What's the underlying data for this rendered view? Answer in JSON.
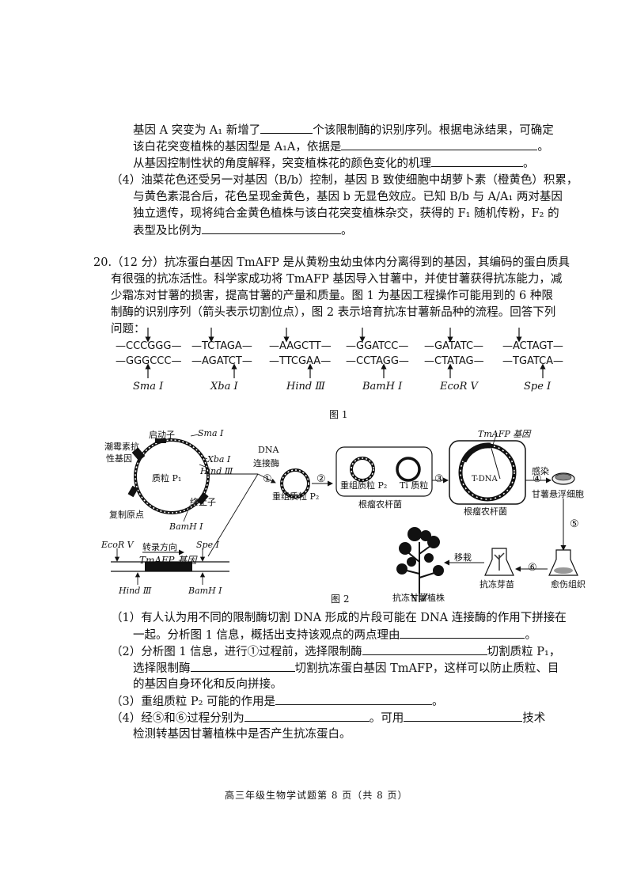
{
  "q19_tail": {
    "line1_a": "基因 A 突变为 A₁ 新增了",
    "line1_b": "个该限制酶的识别序列。根据电泳结果，可确定",
    "line2_a": "该白花突变植株的基因型是 A₁A，依据是",
    "line2_end": "。",
    "line3_a": "从基因控制性状的角度解释，突变植株花的颜色变化的机理",
    "line3_end": "。",
    "p4_line1": "（4）油菜花色还受另一对基因（B/b）控制，基因 B 致使细胞中胡萝卜素（橙黄色）积累，",
    "p4_line2": "与黄色素混合后，花色呈现金黄色，基因 b 无显色效应。已知 B/b 与 A/A₁ 两对基因",
    "p4_line3": "独立遗传，现将纯合金黄色植株与该白花突变植株杂交，获得的 F₁ 随机传粉，F₂ 的",
    "p4_line4_a": "表型及比例为",
    "p4_line4_end": "。"
  },
  "q20": {
    "intro1": "20.（12 分）抗冻蛋白基因 TmAFP 是从黄粉虫幼虫体内分离得到的基因，其编码的蛋白质具",
    "intro2": "有很强的抗冻活性。科学家成功将 TmAFP 基因导入甘薯中，并使甘薯获得抗冻能力，减",
    "intro3": "少霜冻对甘薯的损害，提高甘薯的产量和质量。图 1 为基因工程操作可能用到的 6 种限",
    "intro4": "制酶的识别序列（箭头表示切割位点），图 2 表示培育抗冻甘薯新品种的流程。回答下列",
    "intro5": "问题：",
    "q1_a": "（1）有人认为用不同的限制酶切割 DNA 形成的片段可能在 DNA 连接酶的作用下拼接在",
    "q1_b": "一起。分析图 1 信息，概括出支持该观点的两点理由",
    "q1_end": "。",
    "q2_a": "（2）分析图 1 信息，进行①过程前，选择限制酶",
    "q2_b": "切割质粒 P₁，",
    "q2_c": "选择限制酶",
    "q2_d": "切割抗冻蛋白基因 TmAFP，这样可以防止质粒、目",
    "q2_e": "的基因自身环化和反向拼接。",
    "q3_a": "（3）重组质粒 P₂ 可能的作用是",
    "q3_end": "。",
    "q4_a": "（4）经⑤和⑥过程分别为",
    "q4_b": "。可用",
    "q4_c": "技术",
    "q4_d": "检测转基因甘薯植株中是否产生抗冻蛋白。"
  },
  "fig1": {
    "caption": "图 1",
    "enzymes": [
      {
        "top": "—CCCGGG—",
        "bottom": "—GGGCCC—",
        "name": "Sma Ⅰ"
      },
      {
        "top": "—TCTAGA—",
        "bottom": "—AGATCT—",
        "name": "Xba Ⅰ"
      },
      {
        "top": "—AAGCTT—",
        "bottom": "—TTCGAA—",
        "name": "Hind Ⅲ"
      },
      {
        "top": "—GGATCC—",
        "bottom": "—CCTAGG—",
        "name": "BamH Ⅰ"
      },
      {
        "top": "—GATATC—",
        "bottom": "—CTATAG—",
        "name": "EcoR Ⅴ"
      },
      {
        "top": "—ACTAGT—",
        "bottom": "—TGATCA—",
        "name": "Spe Ⅰ"
      }
    ]
  },
  "fig2": {
    "caption": "图 2",
    "promoter": "启动子",
    "resist1": "潮霉素抗",
    "resist2": "性基因",
    "plasmid": "质粒 P₁",
    "sma": "Sma Ⅰ",
    "xba": "Xba Ⅰ",
    "hind": "Hind Ⅲ",
    "terminator": "终止子",
    "origin": "复制原点",
    "bamh": "BamH Ⅰ",
    "ligase1": "DNA",
    "ligase2": "连接酶",
    "step1": "①",
    "step2": "②",
    "step3": "③",
    "step4": "④",
    "step5": "⑤",
    "step6": "⑥",
    "recomb": "重组质粒 P₂",
    "recomb_box": "重组质粒 P₂",
    "ti": "Ti 质粒",
    "agro1": "根瘤农杆菌",
    "agro2": "根瘤农杆菌",
    "tmafp_gene": "TmAFP 基因",
    "tdna": "T-DNA",
    "infect": "感染",
    "suspension": "甘薯悬浮细胞",
    "callus": "愈伤组织",
    "sprout": "抗冻芽苗",
    "transplant": "移栽",
    "plant": "抗冻甘薯植株",
    "ecor": "EcoR Ⅴ",
    "direction": "转录方向",
    "spe": "Spe Ⅰ",
    "gene_label": "TmAFP 基因",
    "hind2": "Hind Ⅲ",
    "bamh2": "BamH Ⅰ"
  },
  "footer": "高三年级生物学试题第 8 页（共 8 页）"
}
